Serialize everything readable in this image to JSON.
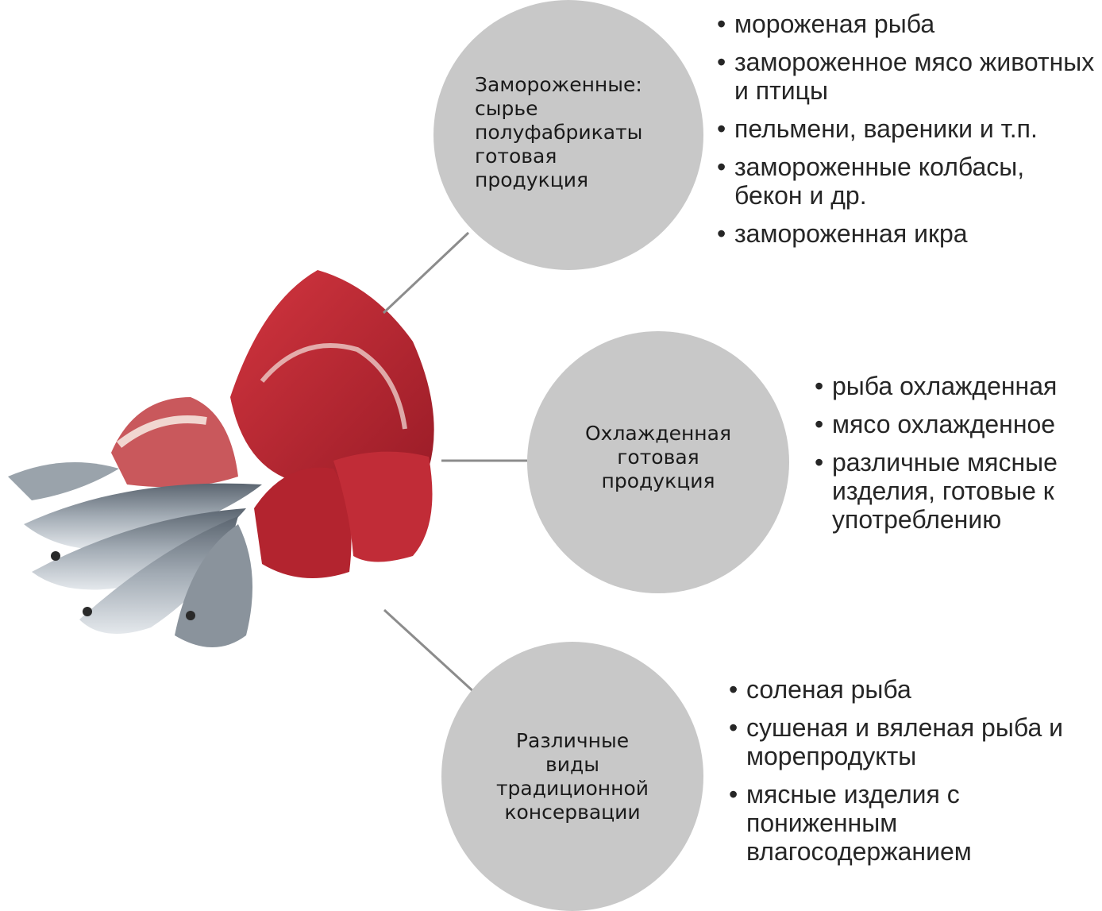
{
  "nodes": [
    {
      "lines": [
        "Замороженные:",
        "сырье",
        "полуфабрикаты",
        "готовая",
        "продукция"
      ]
    },
    {
      "lines": [
        "Охлажденная",
        "готовая",
        "продукция"
      ]
    },
    {
      "lines": [
        "Различные",
        "виды",
        "традиционной",
        "консервации"
      ]
    }
  ],
  "lists": [
    {
      "items": [
        "мороженая рыба",
        "замороженное мясо животных и птицы",
        "пельмени, вареники и т.п.",
        "замороженные колбасы, бекон и др.",
        "замороженная икра"
      ]
    },
    {
      "items": [
        "рыба охлажденная",
        "мясо охлажденное",
        "различные мясные изделия, готовые к употреблению"
      ]
    },
    {
      "items": [
        "соленая рыба",
        "сушеная и вяленая рыба и морепродукты",
        "мясные изделия с пониженным влагосодержанием"
      ]
    }
  ],
  "colors": {
    "node_fill": "#c8c8c8",
    "connector": "#8c8c8c",
    "meat_red": "#b3242f",
    "fish_gray": "#7d8792"
  },
  "icons": {
    "hub_image": "meat-and-fish-photo"
  }
}
